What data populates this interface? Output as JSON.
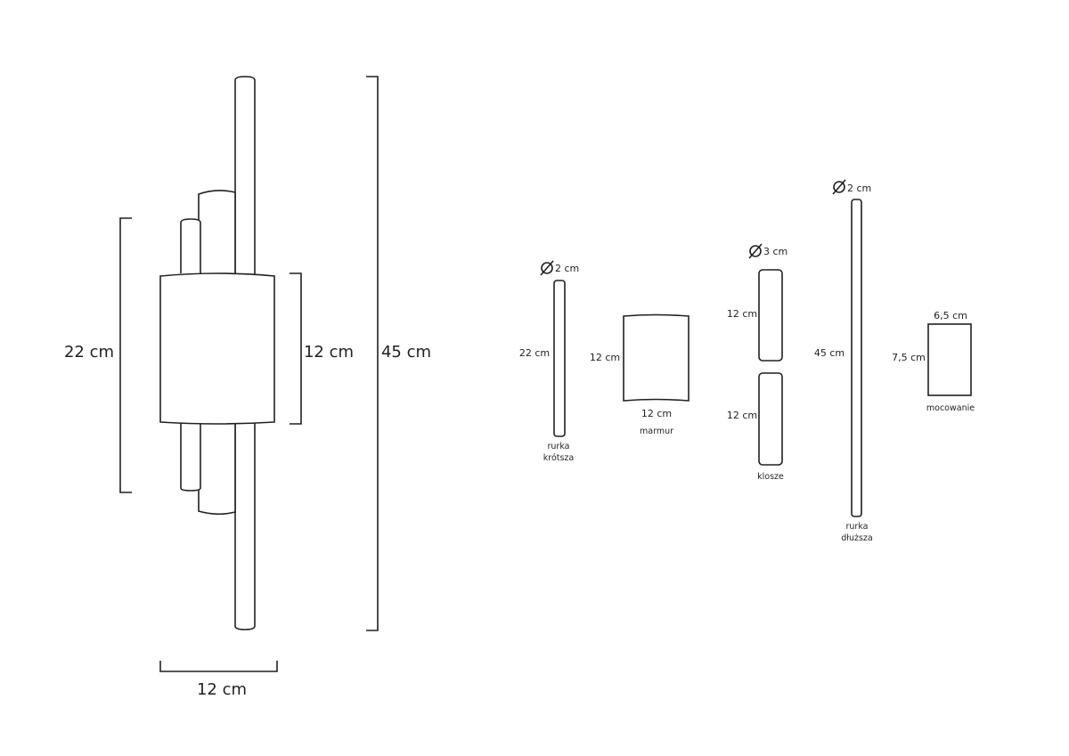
{
  "assembled": {
    "height_total": "45 cm",
    "height_tubes": "22 cm",
    "height_shade": "12 cm",
    "width": "12 cm"
  },
  "parts": {
    "short_tube": {
      "diameter": "2 cm",
      "length": "22 cm",
      "label_line1": "rurka",
      "label_line2": "krótsza"
    },
    "marble": {
      "height": "12 cm",
      "width": "12 cm",
      "label": "marmur"
    },
    "shades": {
      "diameter": "3 cm",
      "height_top": "12 cm",
      "height_bottom": "12 cm",
      "label": "klosze"
    },
    "long_tube": {
      "diameter": "2 cm",
      "length": "45 cm",
      "label_line1": "rurka",
      "label_line2": "dłuższa"
    },
    "mount": {
      "width": "6,5 cm",
      "height": "7,5 cm",
      "label": "mocowanie"
    }
  },
  "colors": {
    "line": "#231f20",
    "background": "#ffffff"
  }
}
